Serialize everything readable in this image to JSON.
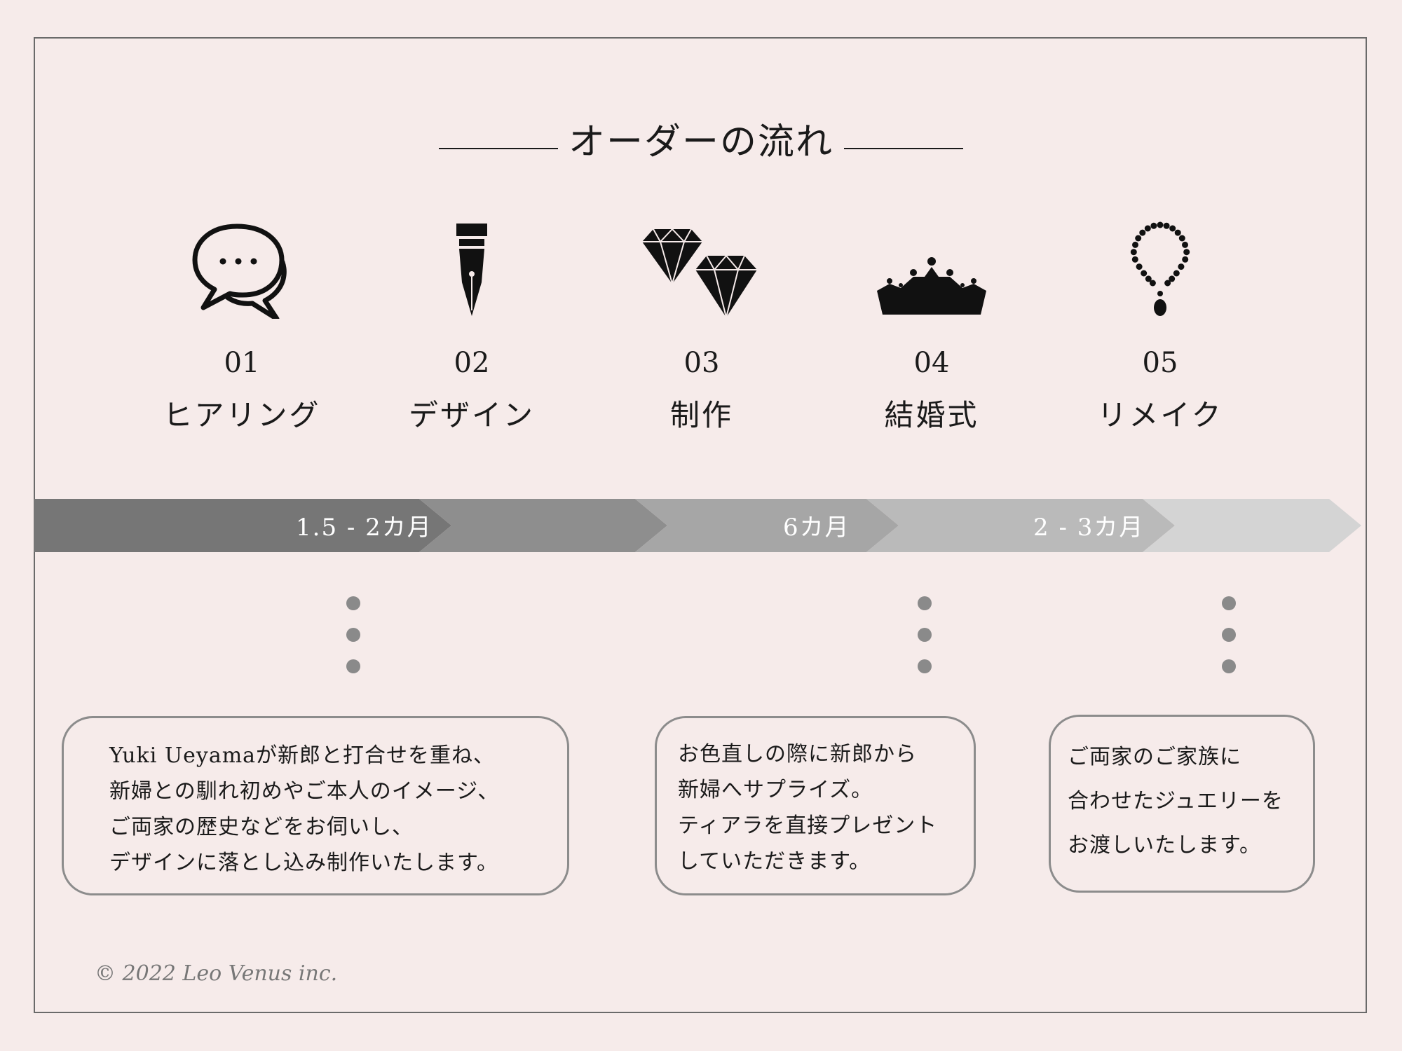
{
  "title": "オーダーの流れ",
  "steps": [
    {
      "num": "01",
      "label": "ヒアリング",
      "icon": "chat-bubbles-icon"
    },
    {
      "num": "02",
      "label": "デザイン",
      "icon": "fountain-pen-icon"
    },
    {
      "num": "03",
      "label": "制作",
      "icon": "diamonds-icon"
    },
    {
      "num": "04",
      "label": "結婚式",
      "icon": "tiara-icon"
    },
    {
      "num": "05",
      "label": "リメイク",
      "icon": "necklace-icon"
    }
  ],
  "timeline": {
    "segments": [
      "1.5 - 2カ月",
      "6カ月",
      "2 - 3カ月"
    ],
    "colors": [
      "#767676",
      "#8e8e8e",
      "#a6a6a6",
      "#bababa",
      "#c6c6c6",
      "#d4d4d4"
    ]
  },
  "notes": [
    {
      "lines": [
        "Yuki Ueyamaが新郎と打合せを重ね、",
        "新婦との馴れ初めやご本人のイメージ、",
        "ご両家の歴史などをお伺いし、",
        "デザインに落とし込み制作いたします。"
      ]
    },
    {
      "lines": [
        "お色直しの際に新郎から",
        "新婦へサプライズ。",
        "ティアラを直接プレゼント",
        "していただきます。"
      ]
    },
    {
      "lines": [
        "ご両家のご家族に",
        "合わせたジュエリーを",
        "お渡しいたします。"
      ]
    }
  ],
  "copyright": "© 2022 Leo Venus inc."
}
